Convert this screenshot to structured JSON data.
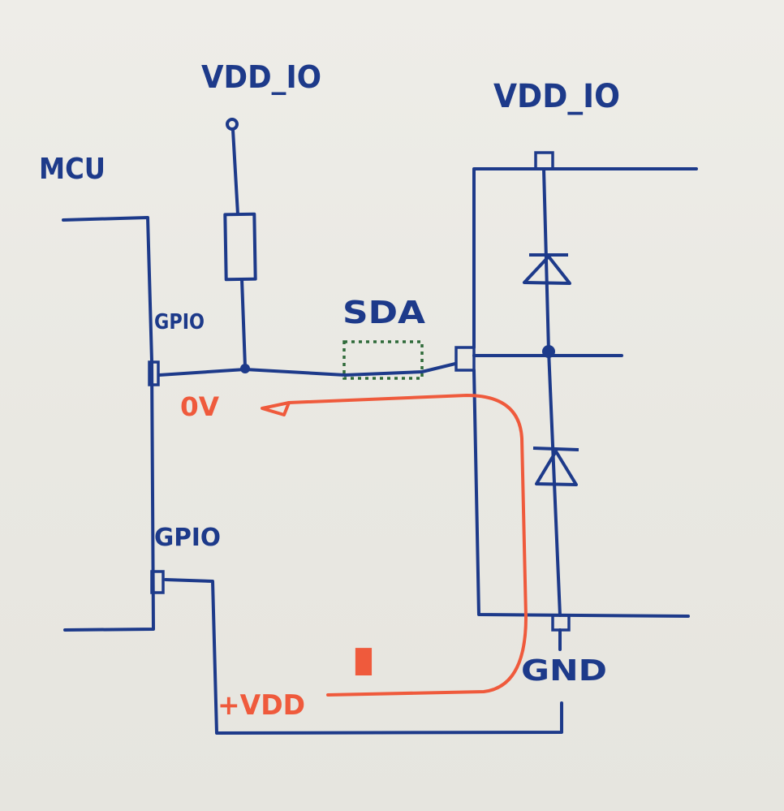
{
  "diagram": {
    "labels": {
      "mcu": "MCU",
      "vdd_left": "VDD_IO",
      "vdd_right": "VDD_IO",
      "gpio_top": "GPIO",
      "gpio_bottom": "GPIO",
      "sda": "SDA",
      "zero_volt": "0V",
      "plus_vdd": "+VDD",
      "current": "I",
      "gnd": "GND"
    },
    "colors": {
      "ink": "#1d3a8a",
      "current": "#ef5a3c",
      "probe": "#2f6b3a",
      "paper": "#eceae5"
    }
  }
}
